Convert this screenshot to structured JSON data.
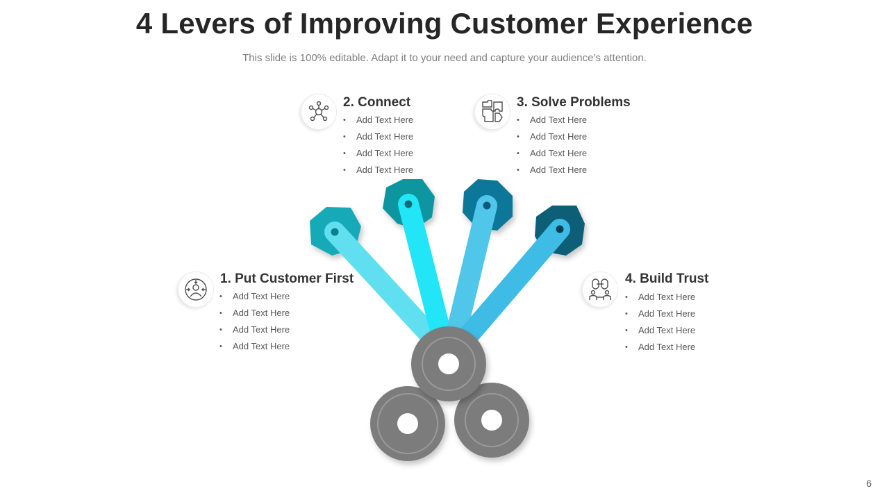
{
  "slide": {
    "title": "4 Levers of Improving Customer Experience",
    "subtitle": "This slide is 100% editable. Adapt it to your need and capture your audience’s attention.",
    "page_number": "6"
  },
  "levers": [
    {
      "heading": "1. Put Customer First",
      "icon": "customer-focus-icon",
      "items": [
        "Add Text Here",
        "Add Text Here",
        "Add Text Here",
        "Add Text Here"
      ]
    },
    {
      "heading": "2. Connect",
      "icon": "network-icon",
      "items": [
        "Add Text Here",
        "Add Text Here",
        "Add Text Here",
        "Add Text Here"
      ]
    },
    {
      "heading": "3. Solve Problems",
      "icon": "puzzle-icon",
      "items": [
        "Add Text Here",
        "Add Text Here",
        "Add Text Here",
        "Add Text Here"
      ]
    },
    {
      "heading": "4. Build Trust",
      "icon": "handshake-chain-icon",
      "items": [
        "Add Text Here",
        "Add Text Here",
        "Add Text Here",
        "Add Text Here"
      ]
    }
  ],
  "colors": {
    "lever_1_head": "#17a9b7",
    "lever_1_arm": "#5fdff0",
    "lever_2_head": "#0f96a0",
    "lever_2_arm": "#22e6f7",
    "lever_3_head": "#0f779a",
    "lever_3_arm": "#4fc6ea",
    "lever_4_head": "#0c5e78",
    "lever_4_arm": "#3ebce6",
    "gear": "#7b7b7b"
  }
}
